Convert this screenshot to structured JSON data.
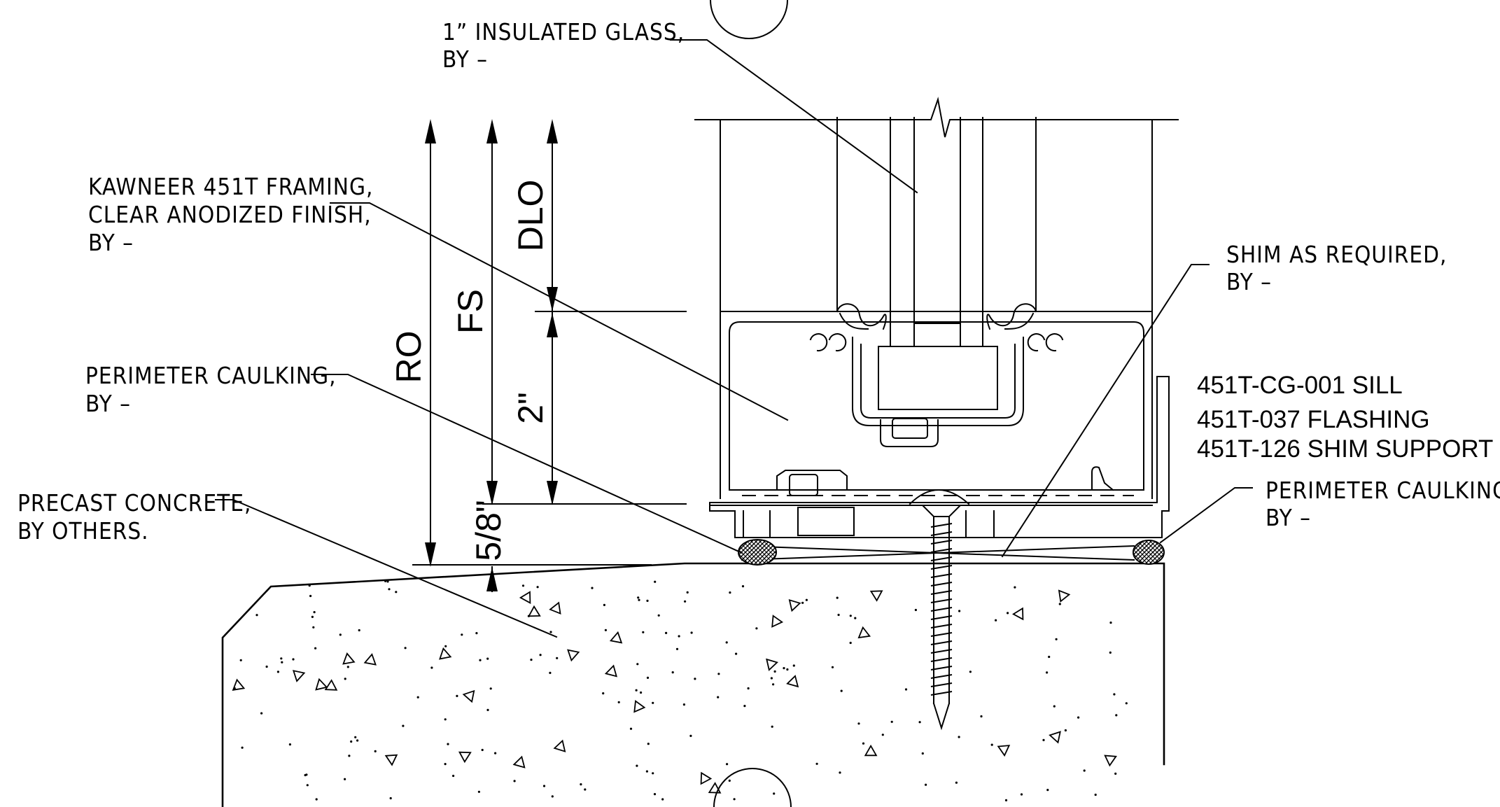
{
  "notes": {
    "glass": {
      "line1": "1” INSULATED GLASS,",
      "line2": "BY –"
    },
    "framing": {
      "line1": "KAWNEER 451T FRAMING,",
      "line2": "CLEAR ANODIZED FINISH,",
      "line3": "BY –"
    },
    "caulk_left": {
      "line1": "PERIMETER CAULKING,",
      "line2": "BY –"
    },
    "concrete": {
      "line1": "PRECAST CONCRETE,",
      "line2": "BY OTHERS."
    },
    "shim": {
      "line1": "SHIM AS REQUIRED,",
      "line2": "BY –"
    },
    "caulk_right": {
      "line1": "PERIMETER CAULKING,",
      "line2": "BY –"
    }
  },
  "parts": {
    "sill": "451T-CG-001 SILL",
    "flashing": "451T-037 FLASHING",
    "shim_support": "451T-126 SHIM SUPPORT"
  },
  "dimensions": {
    "ro": "RO",
    "fs": "FS",
    "dlo": "DLO",
    "two_inch": "2\"",
    "five_eighths": "5/8\""
  }
}
